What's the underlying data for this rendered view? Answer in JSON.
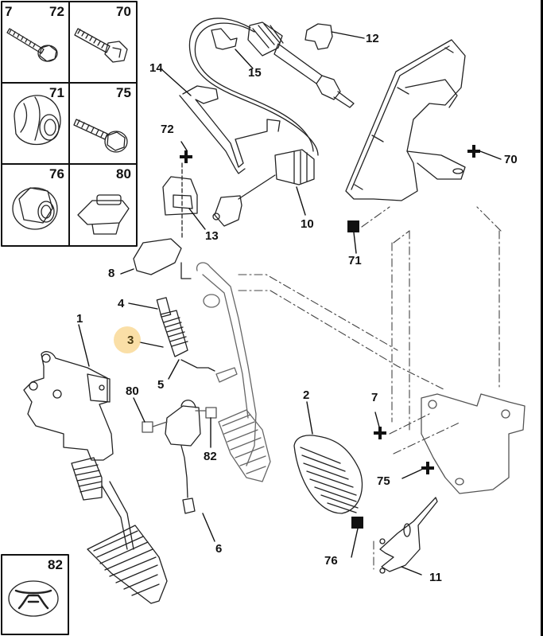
{
  "diagram": {
    "title": "Pedal assembly exploded parts diagram",
    "highlight_color": "#f8d48a",
    "highlighted_part": "3",
    "hardware_table": [
      {
        "labels": [
          "7",
          "72"
        ],
        "icon": "flange-bolt-icon"
      },
      {
        "labels": [
          "70"
        ],
        "icon": "hex-bolt-icon"
      },
      {
        "labels": [
          "71"
        ],
        "icon": "dome-nut-icon"
      },
      {
        "labels": [
          "75"
        ],
        "icon": "flange-screw-icon"
      },
      {
        "labels": [
          "76"
        ],
        "icon": "flange-nut-icon"
      },
      {
        "labels": [
          "80"
        ],
        "icon": "clip-nut-icon"
      }
    ],
    "detail_box": {
      "label": "82",
      "icon": "star-washer-icon"
    },
    "callouts": {
      "p1": "1",
      "p2": "2",
      "p3": "3",
      "p4": "4",
      "p5": "5",
      "p6": "6",
      "p7": "7",
      "p8": "8",
      "p10": "10",
      "p11": "11",
      "p12": "12",
      "p13": "13",
      "p14": "14",
      "p15": "15",
      "p70": "70",
      "p71": "71",
      "p72": "72",
      "p75": "75",
      "p76": "76",
      "p80": "80",
      "p82": "82"
    }
  }
}
